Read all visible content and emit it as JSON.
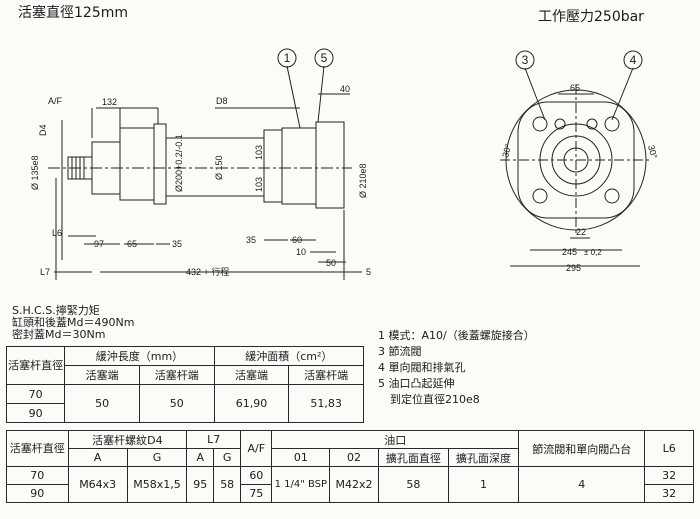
{
  "header": {
    "title": "活塞直徑125mm",
    "pressure": "工作壓力250bar"
  },
  "drawing": {
    "callouts": [
      "1",
      "5",
      "3",
      "4"
    ],
    "side_labels": {
      "af": "A/F",
      "d4": "D4",
      "d8": "D8",
      "dim132": "132",
      "dim40": "40",
      "d135": "Ø 135e8",
      "d200": "Ø200+0.2/-0.1",
      "d150": "Ø 150",
      "dim103a": "103",
      "dim103b": "103",
      "d210": "Ø 210e8",
      "l6": "L6",
      "dim97": "97",
      "dim65": "65",
      "dim35a": "35",
      "dim35b": "35",
      "dim60": "60",
      "dim10": "10",
      "dim50": "50",
      "l7": "L7",
      "stroke": "432 + 行程",
      "dim5": "5"
    },
    "end_labels": {
      "dim65": "65",
      "ang30a": "30°",
      "ang30b": "30°",
      "dim22": "22",
      "d245": "245",
      "tol": "± 0,2",
      "dim295": "295"
    }
  },
  "notes": {
    "line1": "S.H.C.S.擰緊力矩",
    "line2": "缸頭和後蓋Md＝490Nm",
    "line3": "密封蓋Md＝30Nm"
  },
  "legend": {
    "item1": "1  模式：A10/（後蓋螺旋接合）",
    "item3": "3  節流閥",
    "item4": "4  單向閥和排氣孔",
    "item5a": "5  油口凸起延伸",
    "item5b": "到定位直徑210e8"
  },
  "table1": {
    "h_rod": "活塞杆直徑",
    "h_cushion_len": "緩沖長度（mm）",
    "h_cushion_area": "緩沖面積（cm²）",
    "h_piston_end": "活塞端",
    "h_rod_end": "活塞杆端",
    "h_piston_end2": "活塞端",
    "h_rod_end2": "活塞杆端",
    "rod70": "70",
    "rod90": "90",
    "len_piston": "50",
    "len_rod": "50",
    "area_piston": "61,90",
    "area_rod": "51,83"
  },
  "table2": {
    "h_rod": "活塞杆直徑",
    "h_thread": "活塞杆螺紋D4",
    "h_l7": "L7",
    "h_af": "A/F",
    "h_port": "油口",
    "h_valve": "節流閥和單向閥凸台",
    "h_l6": "L6",
    "h_a": "A",
    "h_g": "G",
    "h_a2": "A",
    "h_g2": "G",
    "h_01": "01",
    "h_02": "02",
    "h_bore_d": "擴孔面直徑",
    "h_bore_depth": "擴孔面深度",
    "rod70": "70",
    "rod90": "90",
    "thread_a": "M64x3",
    "thread_g": "M58x1,5",
    "l7_a": "95",
    "l7_g": "58",
    "af70": "60",
    "af90": "75",
    "port01": "1 1/4\" BSP",
    "port02": "M42x2",
    "bore_d": "58",
    "bore_depth": "1",
    "valve": "4",
    "l6_70": "32",
    "l6_90": "32"
  }
}
